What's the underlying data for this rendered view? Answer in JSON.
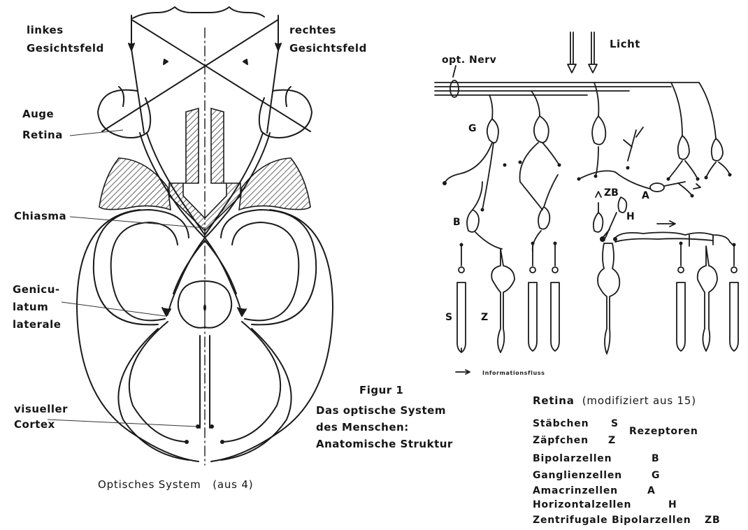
{
  "optic": {
    "left_field": [
      "linkes",
      "Gesichtsfeld"
    ],
    "right_field": [
      "rechtes",
      "Gesichtsfeld"
    ],
    "eye": "Auge",
    "retina": "Retina",
    "chiasma": "Chiasma",
    "geniculatum": [
      "Genicu-",
      "latum",
      "laterale"
    ],
    "cortex": [
      "visueller",
      "Cortex"
    ],
    "caption": "Optisches System",
    "caption_source": "(aus 4)"
  },
  "figure": {
    "number": "Figur 1",
    "lines": [
      "Das optische System",
      "des Menschen:",
      "Anatomische Struktur"
    ]
  },
  "retina_diagram": {
    "light": "Licht",
    "optic_nerve": "opt. Nerv",
    "info_flow": "Informationsfluss",
    "cell_letters": {
      "G": "G",
      "B": "B",
      "S": "S",
      "Z": "Z",
      "ZB": "ZB",
      "A": "A",
      "H": "H"
    }
  },
  "legend": {
    "title": "Retina",
    "source": "(modifiziert aus 15)",
    "receptors_label": "Rezeptoren",
    "rows": [
      {
        "name": "Stäbchen",
        "abbr": "S"
      },
      {
        "name": "Zäpfchen",
        "abbr": "Z"
      },
      {
        "name": "Bipolarzellen",
        "abbr": "B"
      },
      {
        "name": "Ganglienzellen",
        "abbr": "G"
      },
      {
        "name": "Amacrinzellen",
        "abbr": "A"
      },
      {
        "name": "Horizontalzellen",
        "abbr": "H"
      },
      {
        "name": "Zentrifugale Bipolarzellen",
        "abbr": "ZB"
      }
    ]
  }
}
